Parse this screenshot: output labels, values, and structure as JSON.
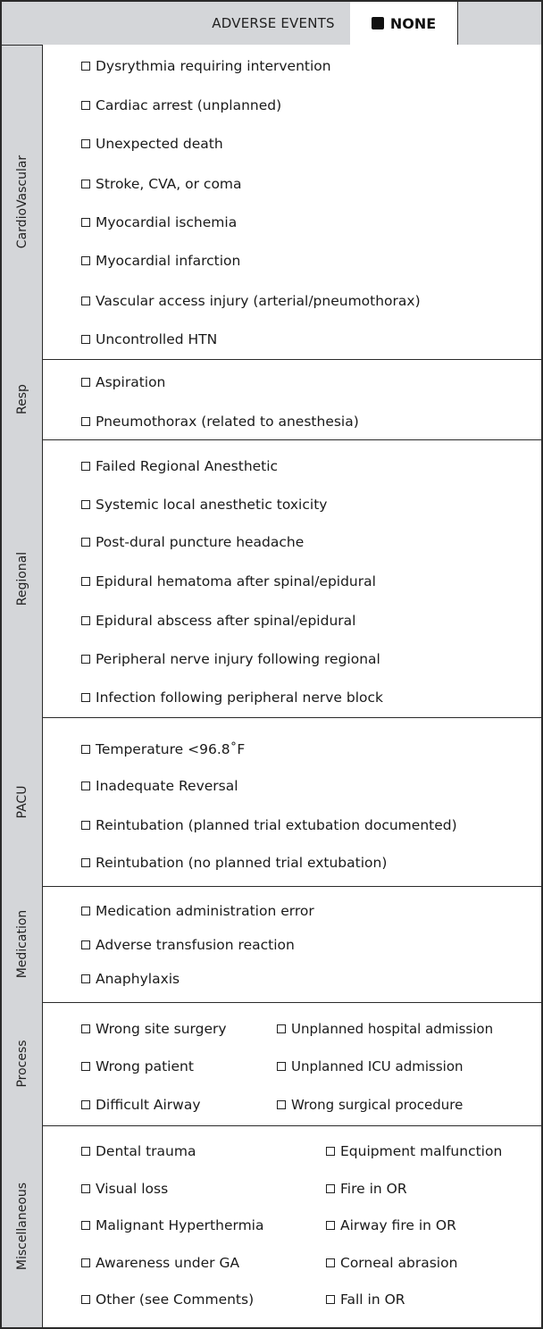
{
  "header": {
    "title": "ADVERSE EVENTS",
    "none_label": "NONE"
  },
  "sections": {
    "cardio": {
      "label": "CardioVascular",
      "items": [
        "Dysrythmia requiring intervention",
        "Cardiac arrest (unplanned)",
        "Unexpected death",
        "Stroke, CVA, or coma",
        "Myocardial  ischemia",
        "Myocardial infarction",
        "Vascular access injury (arterial/pneumothorax)",
        "Uncontrolled HTN"
      ]
    },
    "resp": {
      "label": "Resp",
      "items": [
        "Aspiration",
        "Pneumothorax (related to anesthesia)"
      ]
    },
    "regional": {
      "label": "Regional",
      "items": [
        "Failed Regional Anesthetic",
        "Systemic local anesthetic toxicity",
        "Post-dural puncture headache",
        "Epidural hematoma after spinal/epidural",
        "Epidural abscess after spinal/epidural",
        "Peripheral nerve injury following regional",
        "Infection following peripheral nerve block"
      ]
    },
    "pacu": {
      "label": "PACU",
      "items": [
        "Temperature <96.8˚F",
        "Inadequate Reversal",
        "Reintubation (planned trial extubation documented)",
        "Reintubation (no planned trial extubation)"
      ]
    },
    "medication": {
      "label": "Medication",
      "items": [
        "Medication administration error",
        "Adverse transfusion reaction",
        "Anaphylaxis"
      ]
    },
    "process": {
      "label": "Process",
      "left": [
        "Wrong site surgery",
        "Wrong patient",
        "Difficult Airway"
      ],
      "right": [
        "Unplanned hospital admission",
        "Unplanned ICU admission",
        "Wrong surgical procedure"
      ]
    },
    "misc": {
      "label": "Miscellaneous",
      "left": [
        "Dental trauma",
        "Visual loss",
        "Malignant Hyperthermia",
        "Awareness under GA",
        "Other (see Comments)"
      ],
      "right": [
        "Equipment malfunction",
        "Fire in OR",
        "Airway fire in OR",
        "Corneal abrasion",
        "Fall in OR"
      ]
    }
  }
}
